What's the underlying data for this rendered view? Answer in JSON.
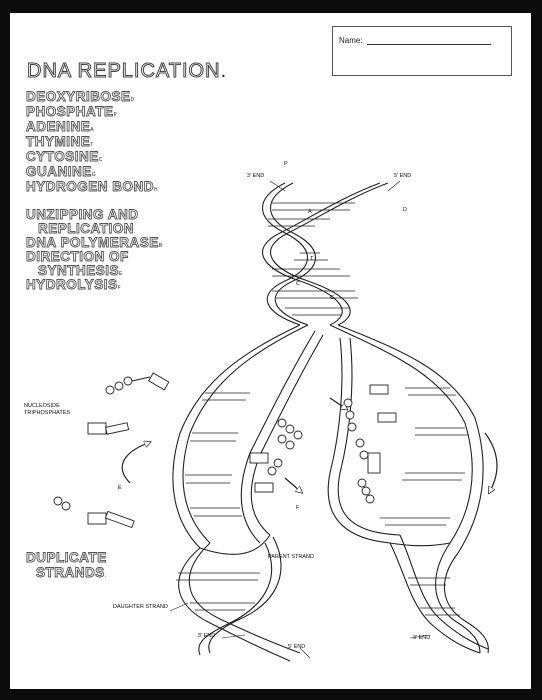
{
  "header": {
    "name_label": "Name:"
  },
  "title": "DNA REPLICATION",
  "terms": [
    {
      "label": "DEOXYRIBOSE",
      "mark": "D"
    },
    {
      "label": "PHOSPHATE",
      "mark": "P"
    },
    {
      "label": "ADENINE",
      "mark": "A"
    },
    {
      "label": "THYMINE",
      "mark": "T"
    },
    {
      "label": "CYTOSINE",
      "mark": "C"
    },
    {
      "label": "GUANINE",
      "mark": "G"
    },
    {
      "label": "HYDROGEN BOND",
      "mark": "H"
    }
  ],
  "process_terms": {
    "unzip_line1": "UNZIPPING AND",
    "unzip_line2": "REPLICATION",
    "polymerase": "DNA POLYMERASE",
    "polymerase_mark": "B",
    "direction_line1": "DIRECTION OF",
    "direction_line2": "SYNTHESIS",
    "direction_mark": "E",
    "hydrolysis": "HYDROLYSIS",
    "hydrolysis_mark": "F"
  },
  "duplicate": {
    "line1": "DUPLICATE",
    "line2": "STRANDS"
  },
  "diagram_labels": {
    "three_end_top": "3' END",
    "five_end_top": "5' END",
    "nucleoside_line1": "NUCLEOSIDE",
    "nucleoside_line2": "TRIPHOSPHATES",
    "parent_strand": "PARENT STRAND",
    "daughter_strand": "DAUGHTER STRAND",
    "three_end_bottom_left": "3' END",
    "five_end_bottom": "5' END",
    "three_end_bottom_right": "3' END"
  },
  "letters": {
    "p": "P",
    "d": "D",
    "a": "A",
    "t": "T",
    "c": "C",
    "g": "G",
    "e": "E",
    "f": "F"
  }
}
